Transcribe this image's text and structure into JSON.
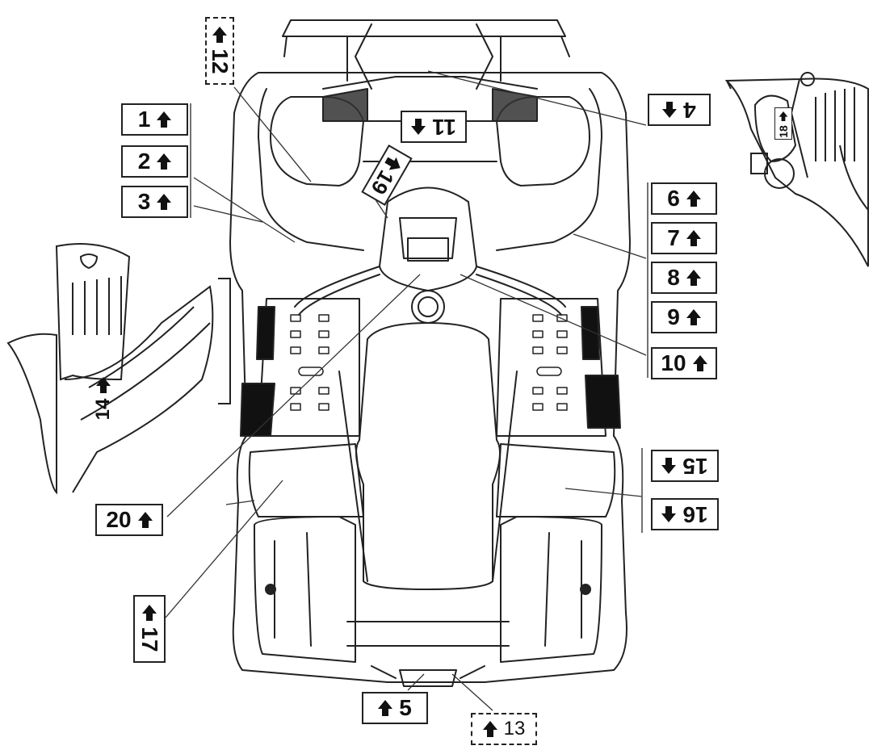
{
  "labels": [
    {
      "id": "1",
      "text": "1"
    },
    {
      "id": "2",
      "text": "2"
    },
    {
      "id": "3",
      "text": "3"
    },
    {
      "id": "4",
      "text": "4"
    },
    {
      "id": "5",
      "text": "5"
    },
    {
      "id": "6",
      "text": "6"
    },
    {
      "id": "7",
      "text": "7"
    },
    {
      "id": "8",
      "text": "8"
    },
    {
      "id": "9",
      "text": "9"
    },
    {
      "id": "10",
      "text": "10"
    },
    {
      "id": "11",
      "text": "11"
    },
    {
      "id": "12",
      "text": "12"
    },
    {
      "id": "13",
      "text": "13"
    },
    {
      "id": "14",
      "text": "14"
    },
    {
      "id": "15",
      "text": "15"
    },
    {
      "id": "16",
      "text": "16"
    },
    {
      "id": "17",
      "text": "17"
    },
    {
      "id": "18",
      "text": "18"
    },
    {
      "id": "19",
      "text": "19"
    },
    {
      "id": "20",
      "text": "20"
    }
  ],
  "icons": {
    "label_arrow": "up-arrow-icon"
  }
}
